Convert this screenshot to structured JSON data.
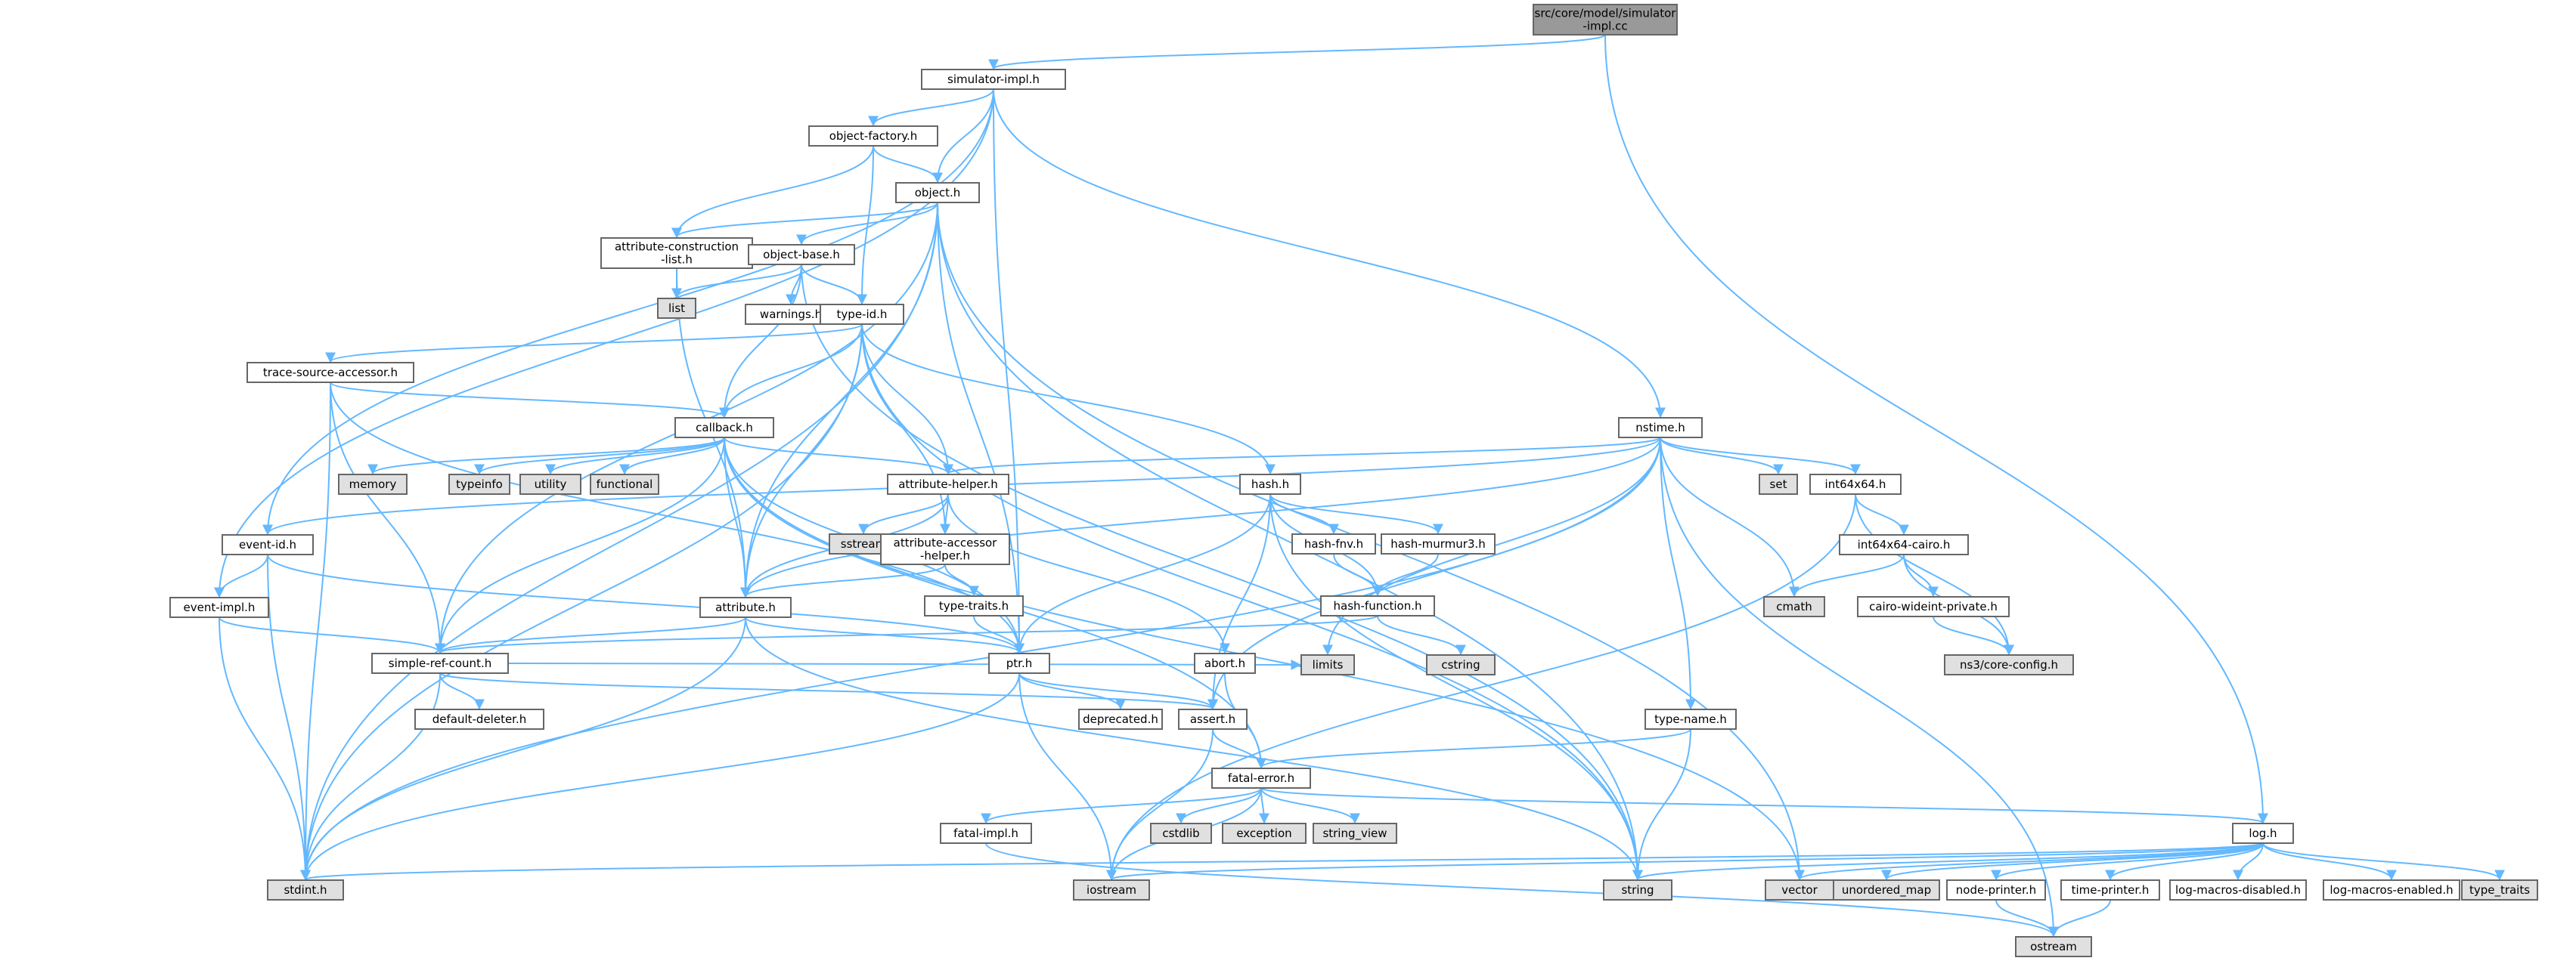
{
  "colors": {
    "edge": "#63b8ff",
    "root_fill": "#999999",
    "header_fill": "#ffffff",
    "system_fill": "#e0e0e0",
    "border": "#666666"
  },
  "nodes": [
    {
      "id": "root",
      "lines": [
        "src/core/model/simulator",
        "-impl.cc"
      ],
      "kind": "root"
    },
    {
      "id": "simimpl",
      "lines": [
        "simulator-impl.h"
      ],
      "kind": "header"
    },
    {
      "id": "objfactory",
      "lines": [
        "object-factory.h"
      ],
      "kind": "header"
    },
    {
      "id": "object",
      "lines": [
        "object.h"
      ],
      "kind": "header"
    },
    {
      "id": "attrcons",
      "lines": [
        "attribute-construction",
        "-list.h"
      ],
      "kind": "header"
    },
    {
      "id": "objbase",
      "lines": [
        "object-base.h"
      ],
      "kind": "header"
    },
    {
      "id": "list",
      "lines": [
        "list"
      ],
      "kind": "system"
    },
    {
      "id": "warnings",
      "lines": [
        "warnings.h"
      ],
      "kind": "header"
    },
    {
      "id": "typeid",
      "lines": [
        "type-id.h"
      ],
      "kind": "header"
    },
    {
      "id": "tsa",
      "lines": [
        "trace-source-accessor.h"
      ],
      "kind": "header"
    },
    {
      "id": "callback",
      "lines": [
        "callback.h"
      ],
      "kind": "header"
    },
    {
      "id": "memory",
      "lines": [
        "memory"
      ],
      "kind": "system"
    },
    {
      "id": "typeinfo",
      "lines": [
        "typeinfo"
      ],
      "kind": "system"
    },
    {
      "id": "utility",
      "lines": [
        "utility"
      ],
      "kind": "system"
    },
    {
      "id": "functional",
      "lines": [
        "functional"
      ],
      "kind": "system"
    },
    {
      "id": "attrhelper",
      "lines": [
        "attribute-helper.h"
      ],
      "kind": "header"
    },
    {
      "id": "sstream",
      "lines": [
        "sstream"
      ],
      "kind": "system"
    },
    {
      "id": "attracc",
      "lines": [
        "attribute-accessor",
        "-helper.h"
      ],
      "kind": "header"
    },
    {
      "id": "typetraitsh",
      "lines": [
        "type-traits.h"
      ],
      "kind": "header"
    },
    {
      "id": "eventid",
      "lines": [
        "event-id.h"
      ],
      "kind": "header"
    },
    {
      "id": "eventimpl",
      "lines": [
        "event-impl.h"
      ],
      "kind": "header"
    },
    {
      "id": "attribute",
      "lines": [
        "attribute.h"
      ],
      "kind": "header"
    },
    {
      "id": "src",
      "lines": [
        "simple-ref-count.h"
      ],
      "kind": "header"
    },
    {
      "id": "defdel",
      "lines": [
        "default-deleter.h"
      ],
      "kind": "header"
    },
    {
      "id": "ptr",
      "lines": [
        "ptr.h"
      ],
      "kind": "header"
    },
    {
      "id": "deprecated",
      "lines": [
        "deprecated.h"
      ],
      "kind": "header"
    },
    {
      "id": "assert",
      "lines": [
        "assert.h"
      ],
      "kind": "header"
    },
    {
      "id": "limits",
      "lines": [
        "limits"
      ],
      "kind": "system"
    },
    {
      "id": "abort",
      "lines": [
        "abort.h"
      ],
      "kind": "header"
    },
    {
      "id": "hash",
      "lines": [
        "hash.h"
      ],
      "kind": "header"
    },
    {
      "id": "hashfnv",
      "lines": [
        "hash-fnv.h"
      ],
      "kind": "header"
    },
    {
      "id": "hashmm",
      "lines": [
        "hash-murmur3.h"
      ],
      "kind": "header"
    },
    {
      "id": "hashfn",
      "lines": [
        "hash-function.h"
      ],
      "kind": "header"
    },
    {
      "id": "cstring",
      "lines": [
        "cstring"
      ],
      "kind": "system"
    },
    {
      "id": "nstime",
      "lines": [
        "nstime.h"
      ],
      "kind": "header"
    },
    {
      "id": "set",
      "lines": [
        "set"
      ],
      "kind": "system"
    },
    {
      "id": "int64",
      "lines": [
        "int64x64.h"
      ],
      "kind": "header"
    },
    {
      "id": "int64cairo",
      "lines": [
        "int64x64-cairo.h"
      ],
      "kind": "header"
    },
    {
      "id": "cmath",
      "lines": [
        "cmath"
      ],
      "kind": "system"
    },
    {
      "id": "cairowide",
      "lines": [
        "cairo-wideint-private.h"
      ],
      "kind": "header"
    },
    {
      "id": "coreconfig",
      "lines": [
        "ns3/core-config.h"
      ],
      "kind": "system"
    },
    {
      "id": "typename",
      "lines": [
        "type-name.h"
      ],
      "kind": "header"
    },
    {
      "id": "fatalerror",
      "lines": [
        "fatal-error.h"
      ],
      "kind": "header"
    },
    {
      "id": "fatalimpl",
      "lines": [
        "fatal-impl.h"
      ],
      "kind": "header"
    },
    {
      "id": "cstdlib",
      "lines": [
        "cstdlib"
      ],
      "kind": "system"
    },
    {
      "id": "exception",
      "lines": [
        "exception"
      ],
      "kind": "system"
    },
    {
      "id": "string_view",
      "lines": [
        "string_view"
      ],
      "kind": "system"
    },
    {
      "id": "log",
      "lines": [
        "log.h"
      ],
      "kind": "header"
    },
    {
      "id": "stdint",
      "lines": [
        "stdint.h"
      ],
      "kind": "system"
    },
    {
      "id": "iostream",
      "lines": [
        "iostream"
      ],
      "kind": "system"
    },
    {
      "id": "string",
      "lines": [
        "string"
      ],
      "kind": "system"
    },
    {
      "id": "vector",
      "lines": [
        "vector"
      ],
      "kind": "system"
    },
    {
      "id": "umap",
      "lines": [
        "unordered_map"
      ],
      "kind": "system"
    },
    {
      "id": "nodeprinter",
      "lines": [
        "node-printer.h"
      ],
      "kind": "header"
    },
    {
      "id": "timeprinter",
      "lines": [
        "time-printer.h"
      ],
      "kind": "header"
    },
    {
      "id": "logdis",
      "lines": [
        "log-macros-disabled.h"
      ],
      "kind": "header"
    },
    {
      "id": "logen",
      "lines": [
        "log-macros-enabled.h"
      ],
      "kind": "header"
    },
    {
      "id": "typetraits",
      "lines": [
        "type_traits"
      ],
      "kind": "system"
    },
    {
      "id": "ostream",
      "lines": [
        "ostream"
      ],
      "kind": "system"
    }
  ],
  "edges": [
    [
      "root",
      "simimpl"
    ],
    [
      "root",
      "log"
    ],
    [
      "simimpl",
      "objfactory"
    ],
    [
      "simimpl",
      "object"
    ],
    [
      "simimpl",
      "eventid"
    ],
    [
      "simimpl",
      "eventimpl"
    ],
    [
      "simimpl",
      "ptr"
    ],
    [
      "simimpl",
      "nstime"
    ],
    [
      "objfactory",
      "object"
    ],
    [
      "objfactory",
      "attrcons"
    ],
    [
      "objfactory",
      "typeid"
    ],
    [
      "object",
      "attrcons"
    ],
    [
      "object",
      "objbase"
    ],
    [
      "object",
      "ptr"
    ],
    [
      "object",
      "attribute"
    ],
    [
      "object",
      "src"
    ],
    [
      "object",
      "stdint"
    ],
    [
      "object",
      "string"
    ],
    [
      "object",
      "vector"
    ],
    [
      "attrcons",
      "list"
    ],
    [
      "attrcons",
      "attribute"
    ],
    [
      "objbase",
      "list"
    ],
    [
      "objbase",
      "warnings"
    ],
    [
      "objbase",
      "typeid"
    ],
    [
      "objbase",
      "callback"
    ],
    [
      "objbase",
      "string"
    ],
    [
      "typeid",
      "tsa"
    ],
    [
      "typeid",
      "callback"
    ],
    [
      "typeid",
      "attrhelper"
    ],
    [
      "typeid",
      "attracc"
    ],
    [
      "typeid",
      "attribute"
    ],
    [
      "typeid",
      "hash"
    ],
    [
      "typeid",
      "stdint"
    ],
    [
      "typeid",
      "string"
    ],
    [
      "tsa",
      "callback"
    ],
    [
      "tsa",
      "ptr"
    ],
    [
      "tsa",
      "src"
    ],
    [
      "tsa",
      "stdint"
    ],
    [
      "callback",
      "memory"
    ],
    [
      "callback",
      "typeinfo"
    ],
    [
      "callback",
      "utility"
    ],
    [
      "callback",
      "functional"
    ],
    [
      "callback",
      "attrhelper"
    ],
    [
      "callback",
      "attribute"
    ],
    [
      "callback",
      "ptr"
    ],
    [
      "callback",
      "src"
    ],
    [
      "callback",
      "fatalerror"
    ],
    [
      "callback",
      "vector"
    ],
    [
      "attrhelper",
      "sstream"
    ],
    [
      "attrhelper",
      "attracc"
    ],
    [
      "attrhelper",
      "attribute"
    ],
    [
      "attrhelper",
      "abort"
    ],
    [
      "attracc",
      "attribute"
    ],
    [
      "attracc",
      "typetraitsh"
    ],
    [
      "typetraitsh",
      "ptr"
    ],
    [
      "eventid",
      "eventimpl"
    ],
    [
      "eventid",
      "ptr"
    ],
    [
      "eventid",
      "stdint"
    ],
    [
      "eventimpl",
      "src"
    ],
    [
      "eventimpl",
      "stdint"
    ],
    [
      "attribute",
      "src"
    ],
    [
      "attribute",
      "ptr"
    ],
    [
      "attribute",
      "string"
    ],
    [
      "attribute",
      "stdint"
    ],
    [
      "src",
      "defdel"
    ],
    [
      "src",
      "assert"
    ],
    [
      "src",
      "limits"
    ],
    [
      "src",
      "stdint"
    ],
    [
      "ptr",
      "deprecated"
    ],
    [
      "ptr",
      "assert"
    ],
    [
      "ptr",
      "iostream"
    ],
    [
      "ptr",
      "stdint"
    ],
    [
      "assert",
      "fatalerror"
    ],
    [
      "assert",
      "iostream"
    ],
    [
      "abort",
      "fatalerror"
    ],
    [
      "hash",
      "hashfnv"
    ],
    [
      "hash",
      "hashmm"
    ],
    [
      "hash",
      "hashfn"
    ],
    [
      "hash",
      "assert"
    ],
    [
      "hash",
      "ptr"
    ],
    [
      "hash",
      "string"
    ],
    [
      "hashfnv",
      "hashfn"
    ],
    [
      "hashmm",
      "hashfn"
    ],
    [
      "hashfn",
      "cstring"
    ],
    [
      "hashfn",
      "src"
    ],
    [
      "nstime",
      "set"
    ],
    [
      "nstime",
      "int64"
    ],
    [
      "nstime",
      "cmath"
    ],
    [
      "nstime",
      "typename"
    ],
    [
      "nstime",
      "limits"
    ],
    [
      "nstime",
      "assert"
    ],
    [
      "nstime",
      "attrhelper"
    ],
    [
      "nstime",
      "attribute"
    ],
    [
      "nstime",
      "eventid"
    ],
    [
      "nstime",
      "stdint"
    ],
    [
      "nstime",
      "ostream"
    ],
    [
      "int64",
      "int64cairo"
    ],
    [
      "int64",
      "coreconfig"
    ],
    [
      "int64",
      "iostream"
    ],
    [
      "int64cairo",
      "cmath"
    ],
    [
      "int64cairo",
      "cairowide"
    ],
    [
      "int64cairo",
      "coreconfig"
    ],
    [
      "cairowide",
      "coreconfig"
    ],
    [
      "typename",
      "fatalerror"
    ],
    [
      "typename",
      "string"
    ],
    [
      "fatalerror",
      "fatalimpl"
    ],
    [
      "fatalerror",
      "cstdlib"
    ],
    [
      "fatalerror",
      "exception"
    ],
    [
      "fatalerror",
      "string_view"
    ],
    [
      "fatalerror",
      "iostream"
    ],
    [
      "fatalerror",
      "log"
    ],
    [
      "fatalimpl",
      "ostream"
    ],
    [
      "log",
      "stdint"
    ],
    [
      "log",
      "iostream"
    ],
    [
      "log",
      "string"
    ],
    [
      "log",
      "vector"
    ],
    [
      "log",
      "umap"
    ],
    [
      "log",
      "nodeprinter"
    ],
    [
      "log",
      "timeprinter"
    ],
    [
      "log",
      "logdis"
    ],
    [
      "log",
      "logen"
    ],
    [
      "log",
      "typetraits"
    ],
    [
      "nodeprinter",
      "ostream"
    ],
    [
      "timeprinter",
      "ostream"
    ]
  ]
}
